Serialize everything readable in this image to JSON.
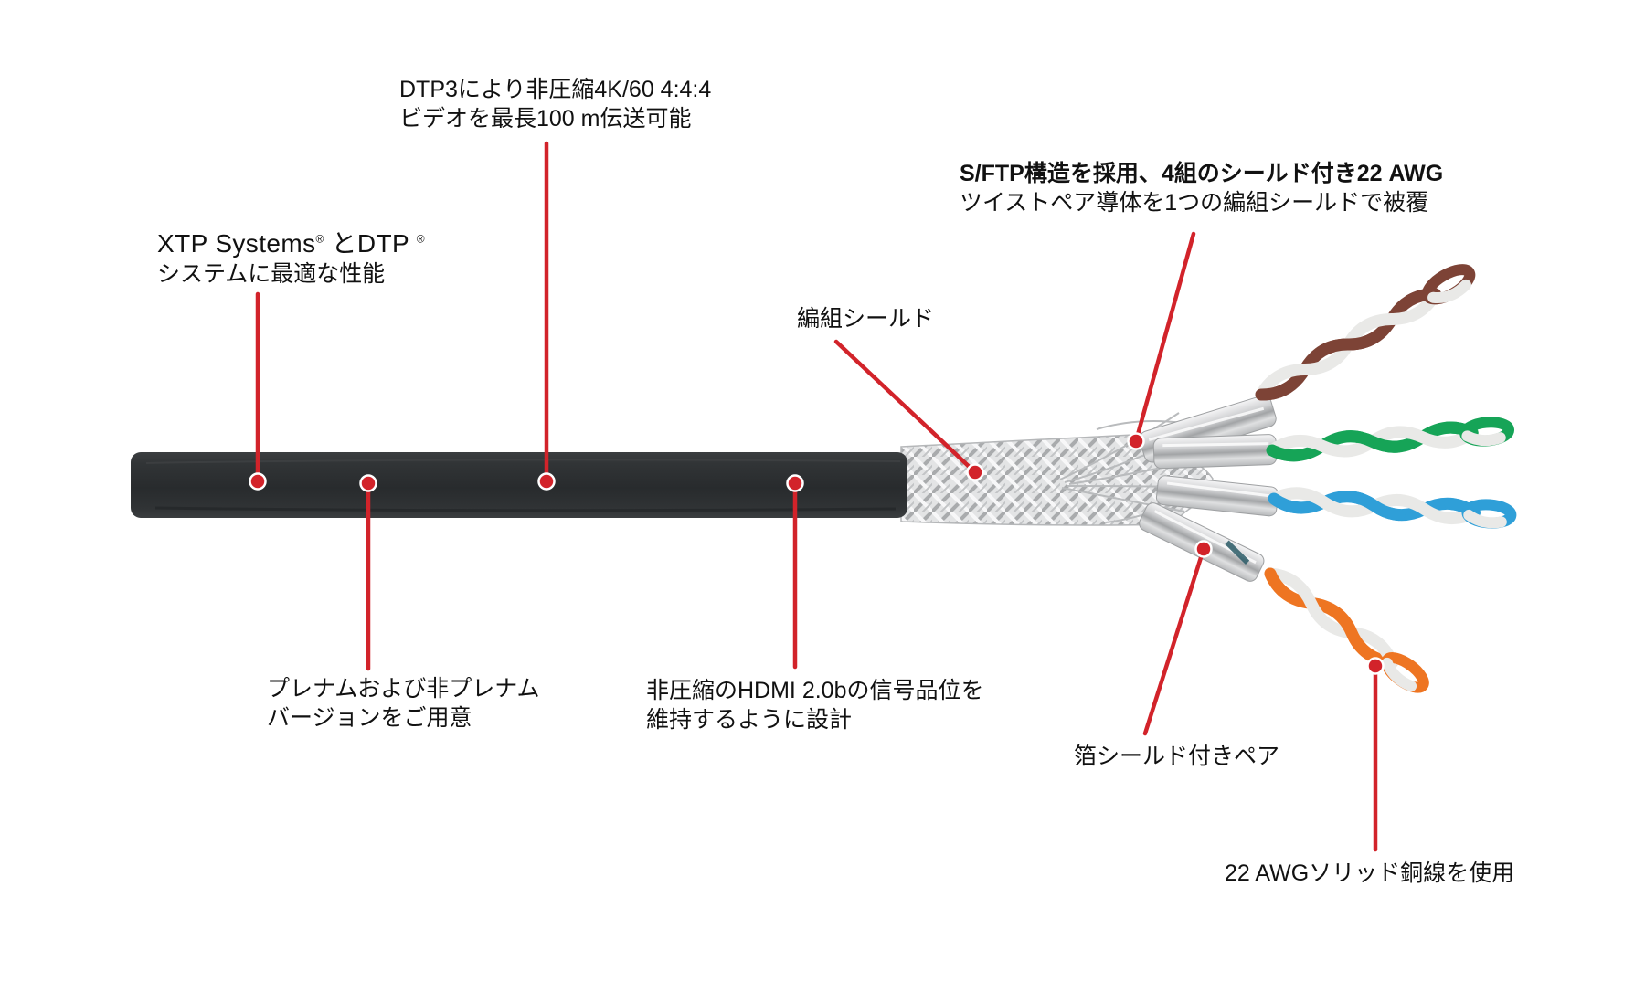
{
  "colors": {
    "accent_red": "#d2232a",
    "jacket": "#2e3133",
    "braid_silver": "#c9cacc",
    "foil_silver": "#bfc1c3",
    "white_wire": "#e9e9e7",
    "brown_wire": "#7d4336",
    "green_wire": "#16a457",
    "blue_wire": "#2f9fd8",
    "orange_wire": "#ee7522",
    "text": "#111111"
  },
  "labels": {
    "xtp": {
      "brand": "XTP Systems",
      "reg1": "®",
      "mid": " とDTP ",
      "reg2": "®",
      "line2": "システムに最適な性能"
    },
    "dtp3": {
      "line1": "DTP3により非圧縮4K/60 4:4:4",
      "line2": "ビデオを最長100 m伝送可能"
    },
    "sftp": {
      "line1": "S/FTP構造を採用、4組のシールド付き22 AWG",
      "line2": "ツイストペア導体を1つの編組シールドで被覆"
    },
    "braid": {
      "line1": "編組シールド"
    },
    "plenum": {
      "line1": "プレナムおよび非プレナム",
      "line2": "バージョンをご用意"
    },
    "hdmi": {
      "line1": "非圧縮のHDMI 2.0bの信号品位を",
      "line2": "維持するように設計"
    },
    "foil": {
      "line1": "箔シールド付きペア"
    },
    "awg": {
      "line1": "22 AWGソリッド銅線を使用"
    }
  }
}
